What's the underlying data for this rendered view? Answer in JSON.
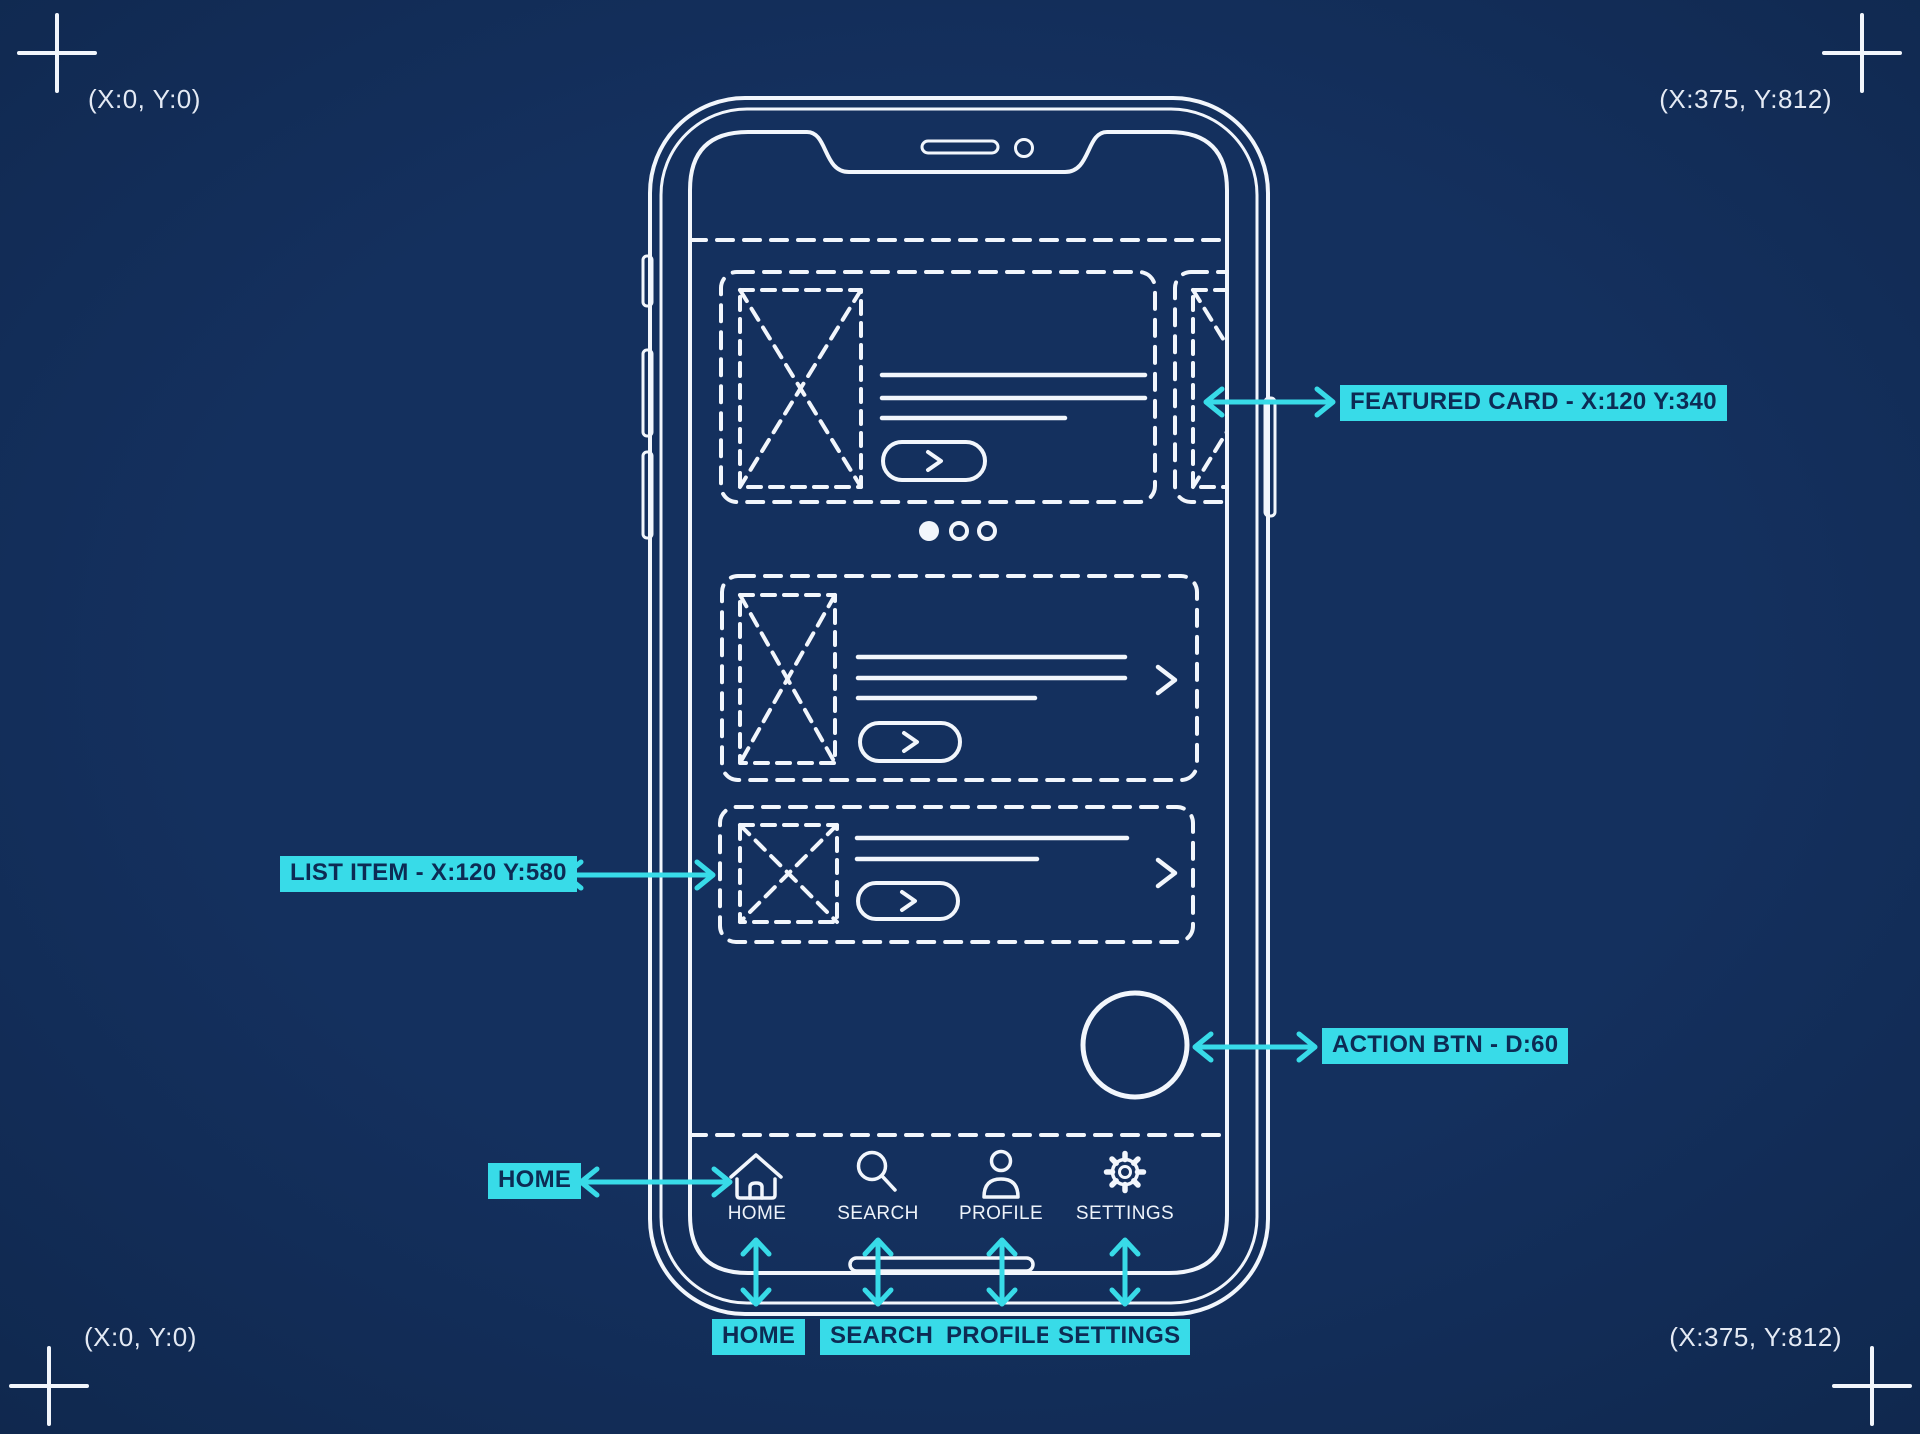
{
  "theme": {
    "background": "#14305e",
    "background_edge": "#0d2344",
    "line": "#f2f6fc",
    "accent": "#38dbe8",
    "label_text": "#0d2b54"
  },
  "corner_marks": {
    "top_left": "(X:0, Y:0)",
    "top_right": "(X:375, Y:812)",
    "bottom_left": "(X:0, Y:0)",
    "bottom_right": "(X:375, Y:812)"
  },
  "carousel": {
    "dots_total": 3,
    "active_dot": 1
  },
  "tab_bar": {
    "tabs": [
      {
        "label": "HOME",
        "icon": "home-icon"
      },
      {
        "label": "SEARCH",
        "icon": "search-icon"
      },
      {
        "label": "PROFILE",
        "icon": "profile-icon"
      },
      {
        "label": "SETTINGS",
        "icon": "settings-icon"
      }
    ]
  },
  "annotations": {
    "featured_card": "FEATURED CARD - X:120 Y:340",
    "list_item": "LIST ITEM - X:120 Y:580",
    "action_btn": "ACTION BTN - D:60",
    "home_pointer": "HOME",
    "bottom_labels": [
      "HOME",
      "SEARCH",
      "PROFILE",
      "SETTINGS"
    ]
  }
}
